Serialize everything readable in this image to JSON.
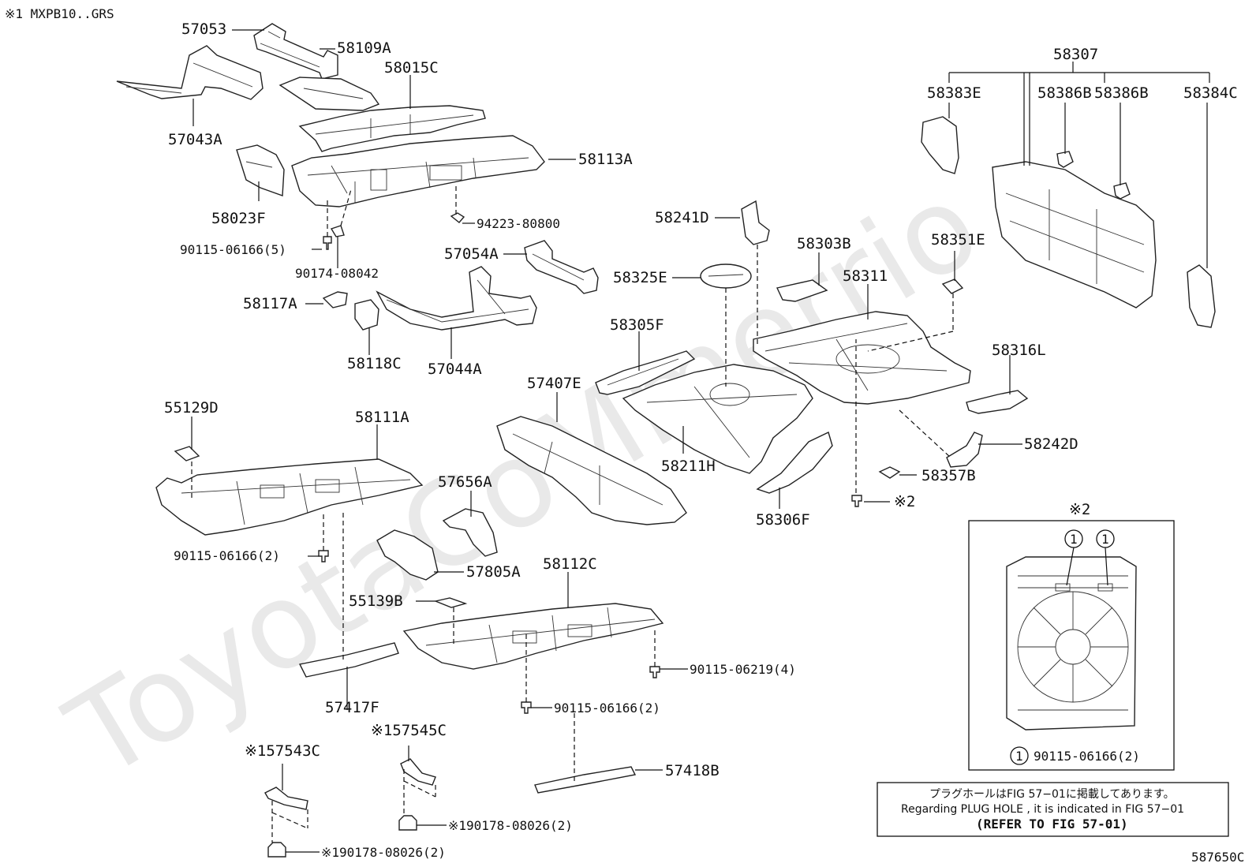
{
  "header_note": "※1 MXPB10..GRS",
  "watermark": "ToyotaCoMmerrio",
  "figure_code": "587650C",
  "parts": {
    "p57053": "57053",
    "p58109A": "58109A",
    "p58015C": "58015C",
    "p57043A": "57043A",
    "p58113A": "58113A",
    "p58023F": "58023F",
    "p94223": "94223-80800",
    "b90115_5": "90115-06166(5)",
    "b90174": "90174-08042",
    "p57054A": "57054A",
    "p58117A": "58117A",
    "p58118C": "58118C",
    "p57044A": "57044A",
    "p58241D": "58241D",
    "p58325E": "58325E",
    "p58303B": "58303B",
    "p58311": "58311",
    "p58351E": "58351E",
    "p58305F": "58305F",
    "p58316L": "58316L",
    "p57407E": "57407E",
    "p58211H": "58211H",
    "p58242D": "58242D",
    "p58357B": "58357B",
    "p58306F": "58306F",
    "ref2": "※2",
    "p55129D": "55129D",
    "p58111A": "58111A",
    "p57656A": "57656A",
    "b90115_2a": "90115-06166(2)",
    "p57805A": "57805A",
    "p58112C": "58112C",
    "p55139B": "55139B",
    "b90115_4": "90115-06219(4)",
    "b90115_2b": "90115-06166(2)",
    "p57417F": "57417F",
    "p57545C": "※157545C",
    "p57543C": "※157543C",
    "p57418B": "57418B",
    "n190178a": "※190178-08026(2)",
    "n190178b": "※190178-08026(2)",
    "p58307": "58307",
    "p58383E": "58383E",
    "p58386B_1": "58386B",
    "p58386B_2": "58386B",
    "p58384C": "58384C"
  },
  "inset": {
    "title": "※2",
    "circle_a": "1",
    "circle_b": "1",
    "legend_circle": "1",
    "legend_text": "90115-06166(2)"
  },
  "note_box": {
    "line1": "プラグホールはFIG 57−01に掲載してあります。",
    "line2": "Regarding PLUG HOLE , it is indicated in FIG 57−01",
    "line3": "(REFER TO FIG 57-01)"
  }
}
